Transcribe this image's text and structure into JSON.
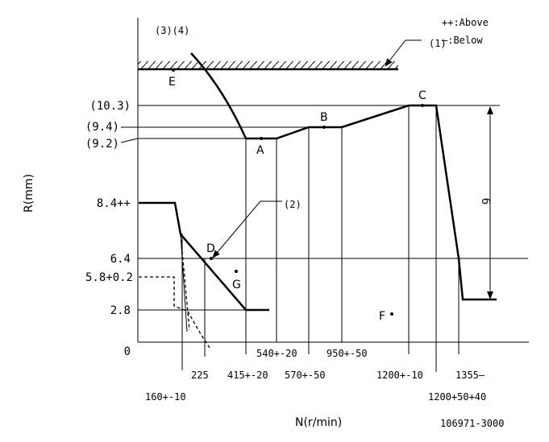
{
  "legend": {
    "above": "++:Above",
    "below": "—:Below"
  },
  "callouts": {
    "c34": "(3)(4)",
    "c1": "(1)",
    "c2": "(2)"
  },
  "axes": {
    "ylabel": "R(mm)",
    "xlabel": "N(r/min)",
    "zero": "0"
  },
  "y_labels": {
    "y103": "(10.3)",
    "y94": "(9.4)",
    "y92": "(9.2)",
    "y84": "8.4++",
    "y64": "6.4",
    "y58": "5.8+0.2",
    "y28": "2.8"
  },
  "x_labels": {
    "x160": "160+-10",
    "x225": "225",
    "x415": "415+-20",
    "x540": "540+-20",
    "x570": "570+-50",
    "x950": "950+-50",
    "x1200a": "1200+-10",
    "x1200b": "1200+50+40",
    "x1355": "1355—"
  },
  "points": {
    "A": "A",
    "B": "B",
    "C": "C",
    "D": "D",
    "E": "E",
    "F": "F",
    "G": "G"
  },
  "dimension": "6",
  "doc_number": "106971-3000"
}
